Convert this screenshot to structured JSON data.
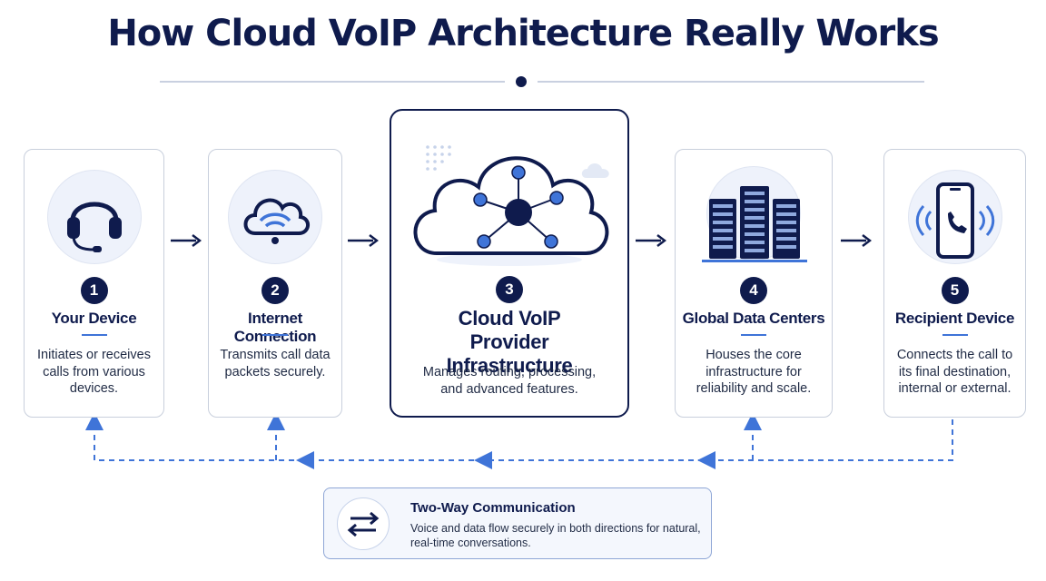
{
  "title": "How Cloud VoIP Architecture Really Works",
  "steps": [
    {
      "number": "1",
      "title": "Your Device",
      "description": "Initiates or receives calls from various devices."
    },
    {
      "number": "2",
      "title": "Internet Connection",
      "description": "Transmits call data packets securely."
    },
    {
      "number": "3",
      "title": "Cloud VoIP Provider Infrastructure",
      "description": "Manages routing, processing, and advanced features."
    },
    {
      "number": "4",
      "title": "Global Data Centers",
      "description": "Houses the core infrastructure for reliability and scale."
    },
    {
      "number": "5",
      "title": "Recipient Device",
      "description": "Connects the call to its final destination, internal or external."
    }
  ],
  "two_way": {
    "title": "Two-Way Communication",
    "description": "Voice and data flow securely in both directions for natural, real-time conversations."
  },
  "icons": [
    "headset-icon",
    "cloud-wifi-icon",
    "cloud-network-icon",
    "server-rack-icon",
    "smartphone-call-icon",
    "two-way-arrows-icon"
  ],
  "colors": {
    "navy": "#0f1b4d",
    "accent_blue": "#3f74d8",
    "light_blue": "#eef2fb",
    "border": "#c8cfdc"
  }
}
